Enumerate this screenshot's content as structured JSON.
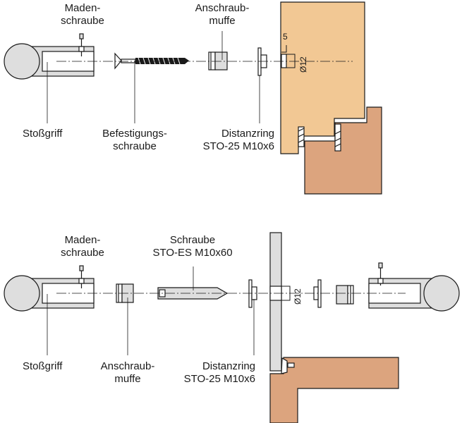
{
  "diagram": {
    "colors": {
      "wood_light": "#f2c894",
      "wood_dark": "#dca47e",
      "metal_gray": "#dedede",
      "line": "#1a1a1a"
    },
    "top": {
      "labels": {
        "maden_1": "Maden-",
        "maden_2": "schraube",
        "anschraub_1": "Anschraub-",
        "anschraub_2": "muffe",
        "stossgriff": "Stoßgriff",
        "befestigung_1": "Befestigungs-",
        "befestigung_2": "schraube",
        "distanz_1": "Distanzring",
        "distanz_2": "STO-25 M10x6"
      },
      "dimensions": {
        "depth": "5",
        "diameter": "Ø12"
      }
    },
    "bottom": {
      "labels": {
        "maden_1": "Maden-",
        "maden_2": "schraube",
        "schraube_1": "Schraube",
        "schraube_2": "STO-ES M10x60",
        "stossgriff": "Stoßgriff",
        "anschraub_1": "Anschraub-",
        "anschraub_2": "muffe",
        "distanz_1": "Distanzring",
        "distanz_2": "STO-25 M10x6"
      },
      "dimensions": {
        "diameter": "Ø12"
      }
    }
  }
}
